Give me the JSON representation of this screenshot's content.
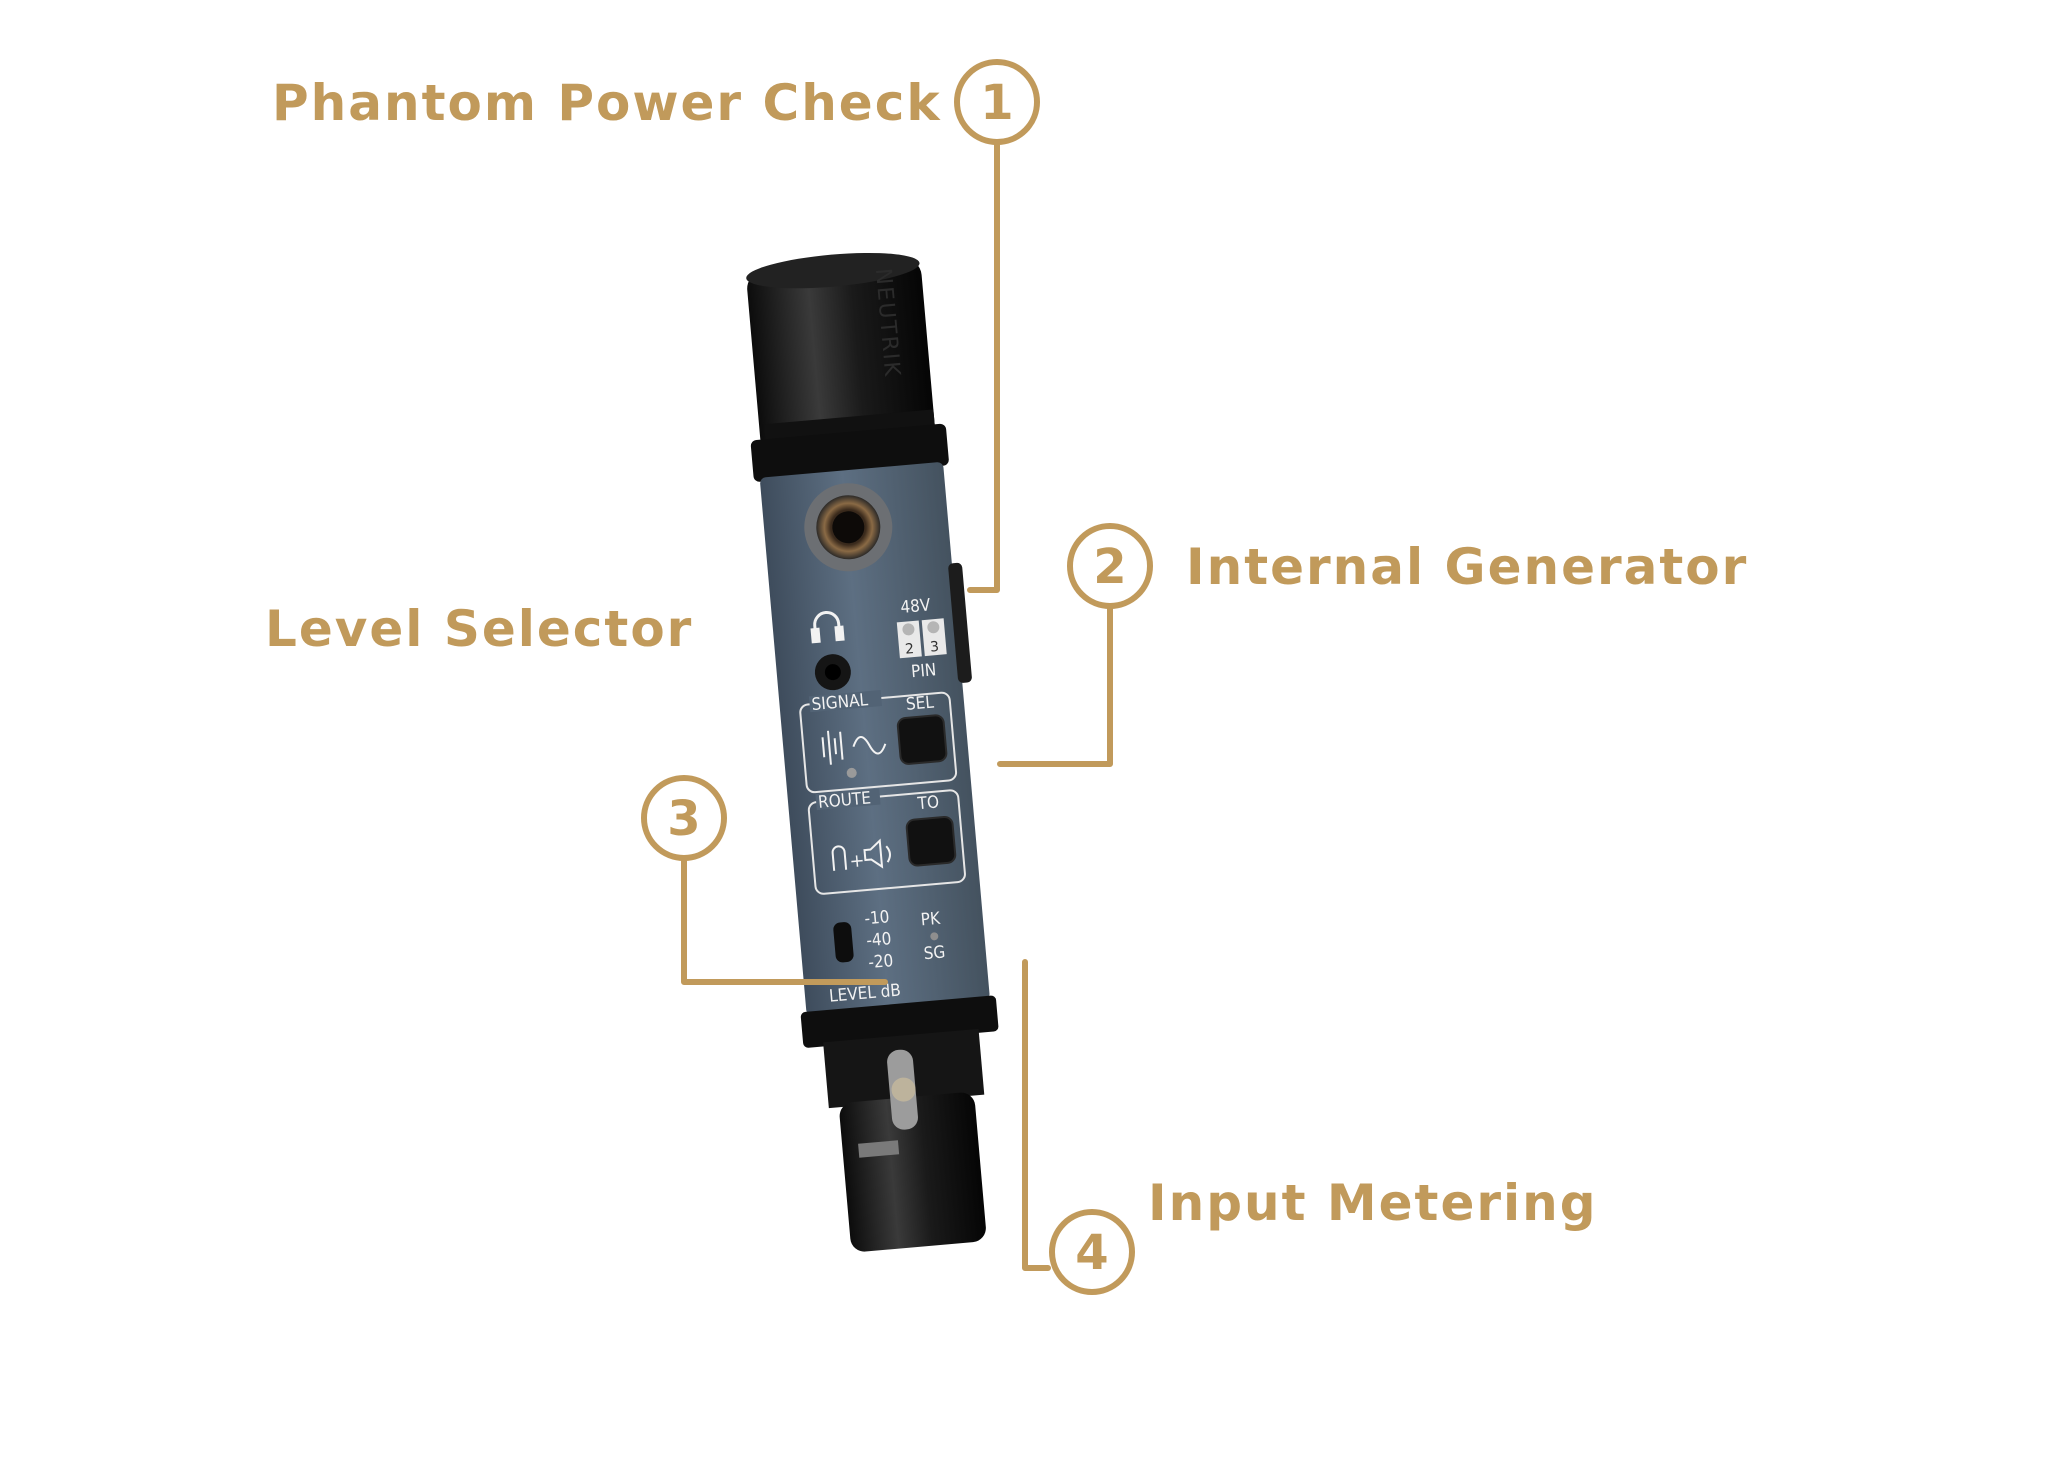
{
  "accent_color": "#c19a5b",
  "callouts": [
    {
      "number": "1",
      "label": "Phantom Power Check"
    },
    {
      "number": "2",
      "label": "Internal Generator"
    },
    {
      "number": "3",
      "label": "Level Selector"
    },
    {
      "number": "4",
      "label": "Input Metering"
    }
  ],
  "device": {
    "brand_text": "NEUTRIK",
    "phantom_label": "48V",
    "pin_numbers": [
      "2",
      "3"
    ],
    "pin_label": "PIN",
    "signal_label": "SIGNAL",
    "sel_label": "SEL",
    "route_label": "ROUTE",
    "to_label": "TO",
    "level_options": [
      "-10",
      "-40",
      "-20"
    ],
    "level_label": "LEVEL dB",
    "meter_labels": [
      "PK",
      "SG"
    ]
  }
}
